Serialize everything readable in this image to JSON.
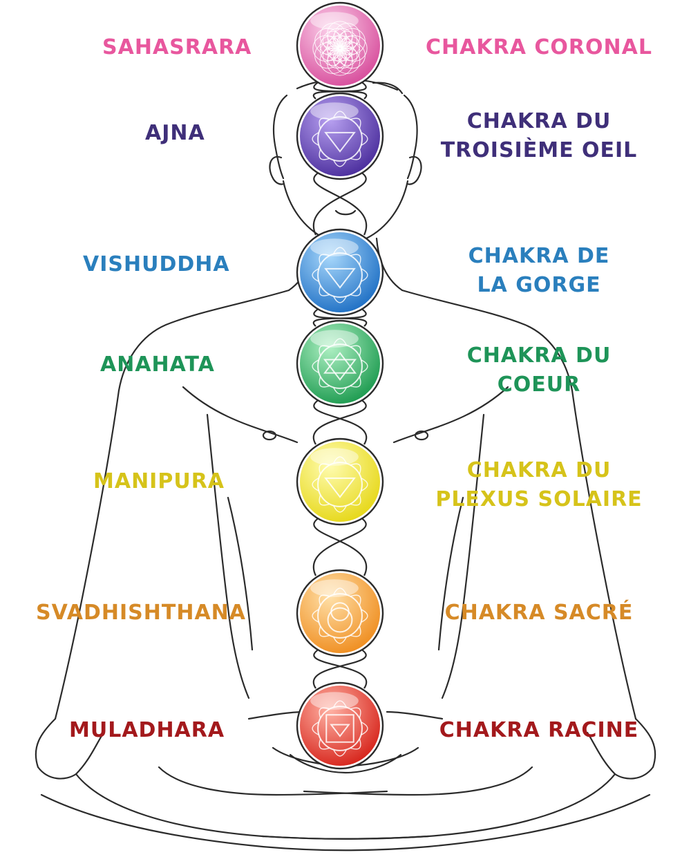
{
  "chakras": [
    {
      "sanskrit": "SAHASRARA",
      "french_line1": "CHAKRA CORONAL",
      "french_line2": "",
      "color": "#e8579e",
      "orb_light": "#fbd0ea",
      "orb_dark": "#d74c9b",
      "symbol": "lotus-flower-icon"
    },
    {
      "sanskrit": "AJNA",
      "french_line1": "CHAKRA DU",
      "french_line2": "TROISIÈME OEIL",
      "color": "#3f2f79",
      "orb_light": "#b7a0f0",
      "orb_dark": "#4a2d9c",
      "symbol": "two-petal-triangle-icon"
    },
    {
      "sanskrit": "VISHUDDHA",
      "french_line1": "CHAKRA DE",
      "french_line2": "LA GORGE",
      "color": "#2a7fbd",
      "orb_light": "#a7d7fb",
      "orb_dark": "#1e6fc4",
      "symbol": "sixteen-petal-triangle-icon"
    },
    {
      "sanskrit": "ANAHATA",
      "french_line1": "CHAKRA DU",
      "french_line2": "COEUR",
      "color": "#1e9458",
      "orb_light": "#aef0c3",
      "orb_dark": "#1c9a4f",
      "symbol": "hexagram-icon"
    },
    {
      "sanskrit": "MANIPURA",
      "french_line1": "CHAKRA DU",
      "french_line2": "PLEXUS SOLAIRE",
      "color": "#d6c31a",
      "orb_light": "#fffcb0",
      "orb_dark": "#e6d717",
      "symbol": "ten-petal-triangle-icon"
    },
    {
      "sanskrit": "SVADHISHTHANA",
      "french_line1": "CHAKRA SACRÉ",
      "french_line2": "",
      "color": "#d68a27",
      "orb_light": "#ffe0a8",
      "orb_dark": "#ef8d1f",
      "symbol": "crescent-moon-icon"
    },
    {
      "sanskrit": "MULADHARA",
      "french_line1": "CHAKRA RACINE",
      "french_line2": "",
      "color": "#a3191c",
      "orb_light": "#ffb2a4",
      "orb_dark": "#d6231a",
      "symbol": "square-triangle-icon"
    }
  ],
  "colors": {
    "outline": "#2b2b2b",
    "background": "#ffffff"
  }
}
